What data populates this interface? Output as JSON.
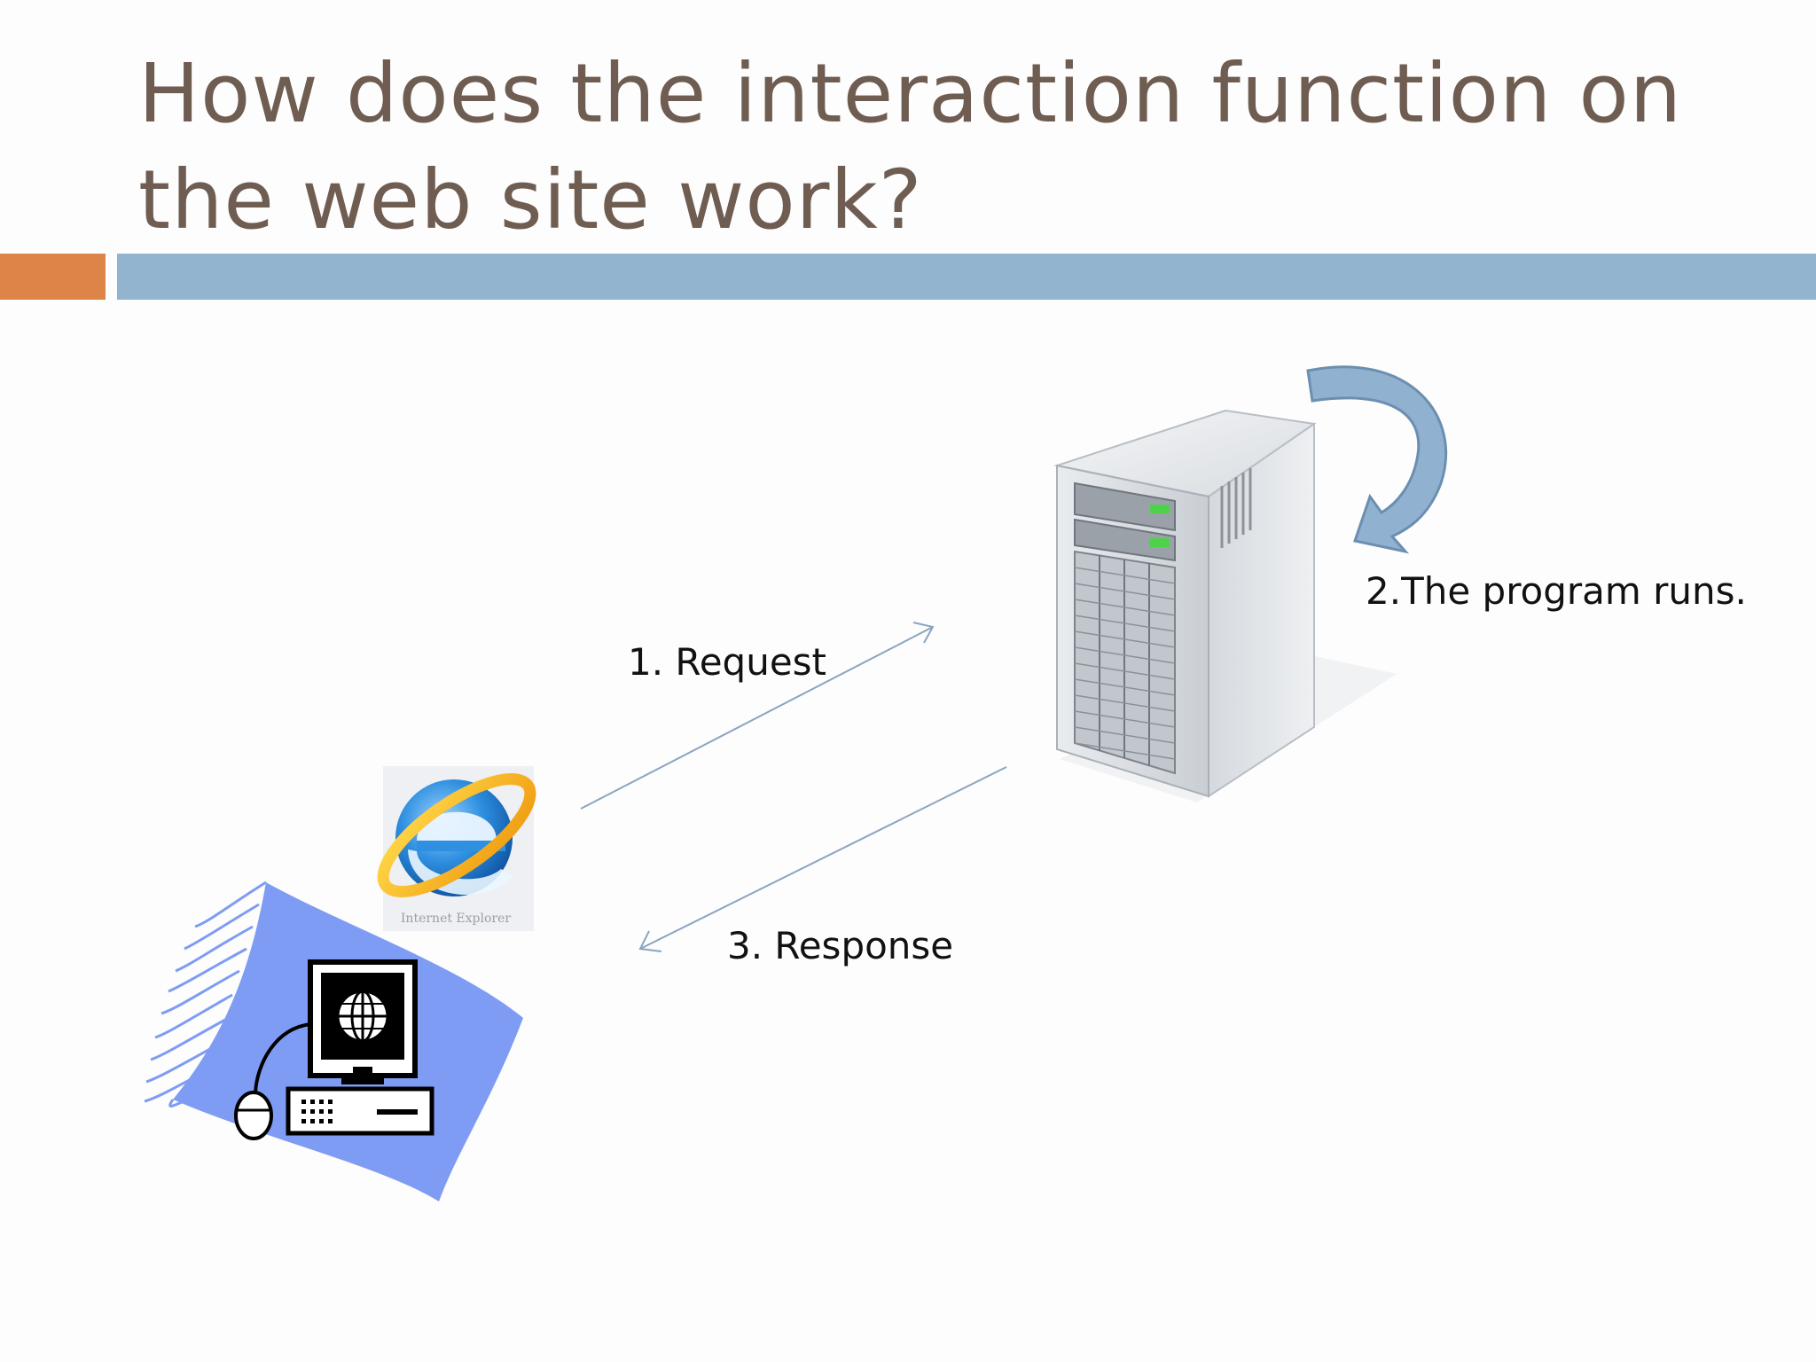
{
  "slide": {
    "title": "How does the interaction function on the web site work?"
  },
  "diagram": {
    "steps": [
      {
        "label": "1. Request"
      },
      {
        "label": "2.The program runs."
      },
      {
        "label": "3. Response"
      }
    ],
    "browser_logo_caption": "Internet Explorer",
    "colors": {
      "title": "#6f5d52",
      "accent_orange": "#dd8448",
      "accent_blue": "#93b4cf",
      "arrow": "#8aa5c0",
      "loop_arrow": "#8fb1cf",
      "wave_blue": "#7f9cf5"
    },
    "icons": [
      "server-icon",
      "internet-explorer-logo",
      "computer-clipart-icon",
      "globe-icon",
      "mouse-icon",
      "loop-arrow-icon"
    ]
  }
}
